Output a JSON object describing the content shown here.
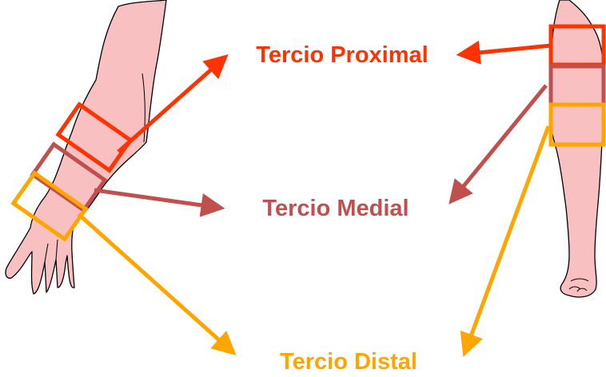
{
  "labels": {
    "proximal": "Tercio Proximal",
    "medial": "Tercio Medial",
    "distal": "Tercio Distal"
  },
  "colors": {
    "proximal": "#ff3300",
    "medial": "#c0504d",
    "distal": "#ffa500",
    "skin": "#f9c0c2",
    "outline": "#000000"
  }
}
